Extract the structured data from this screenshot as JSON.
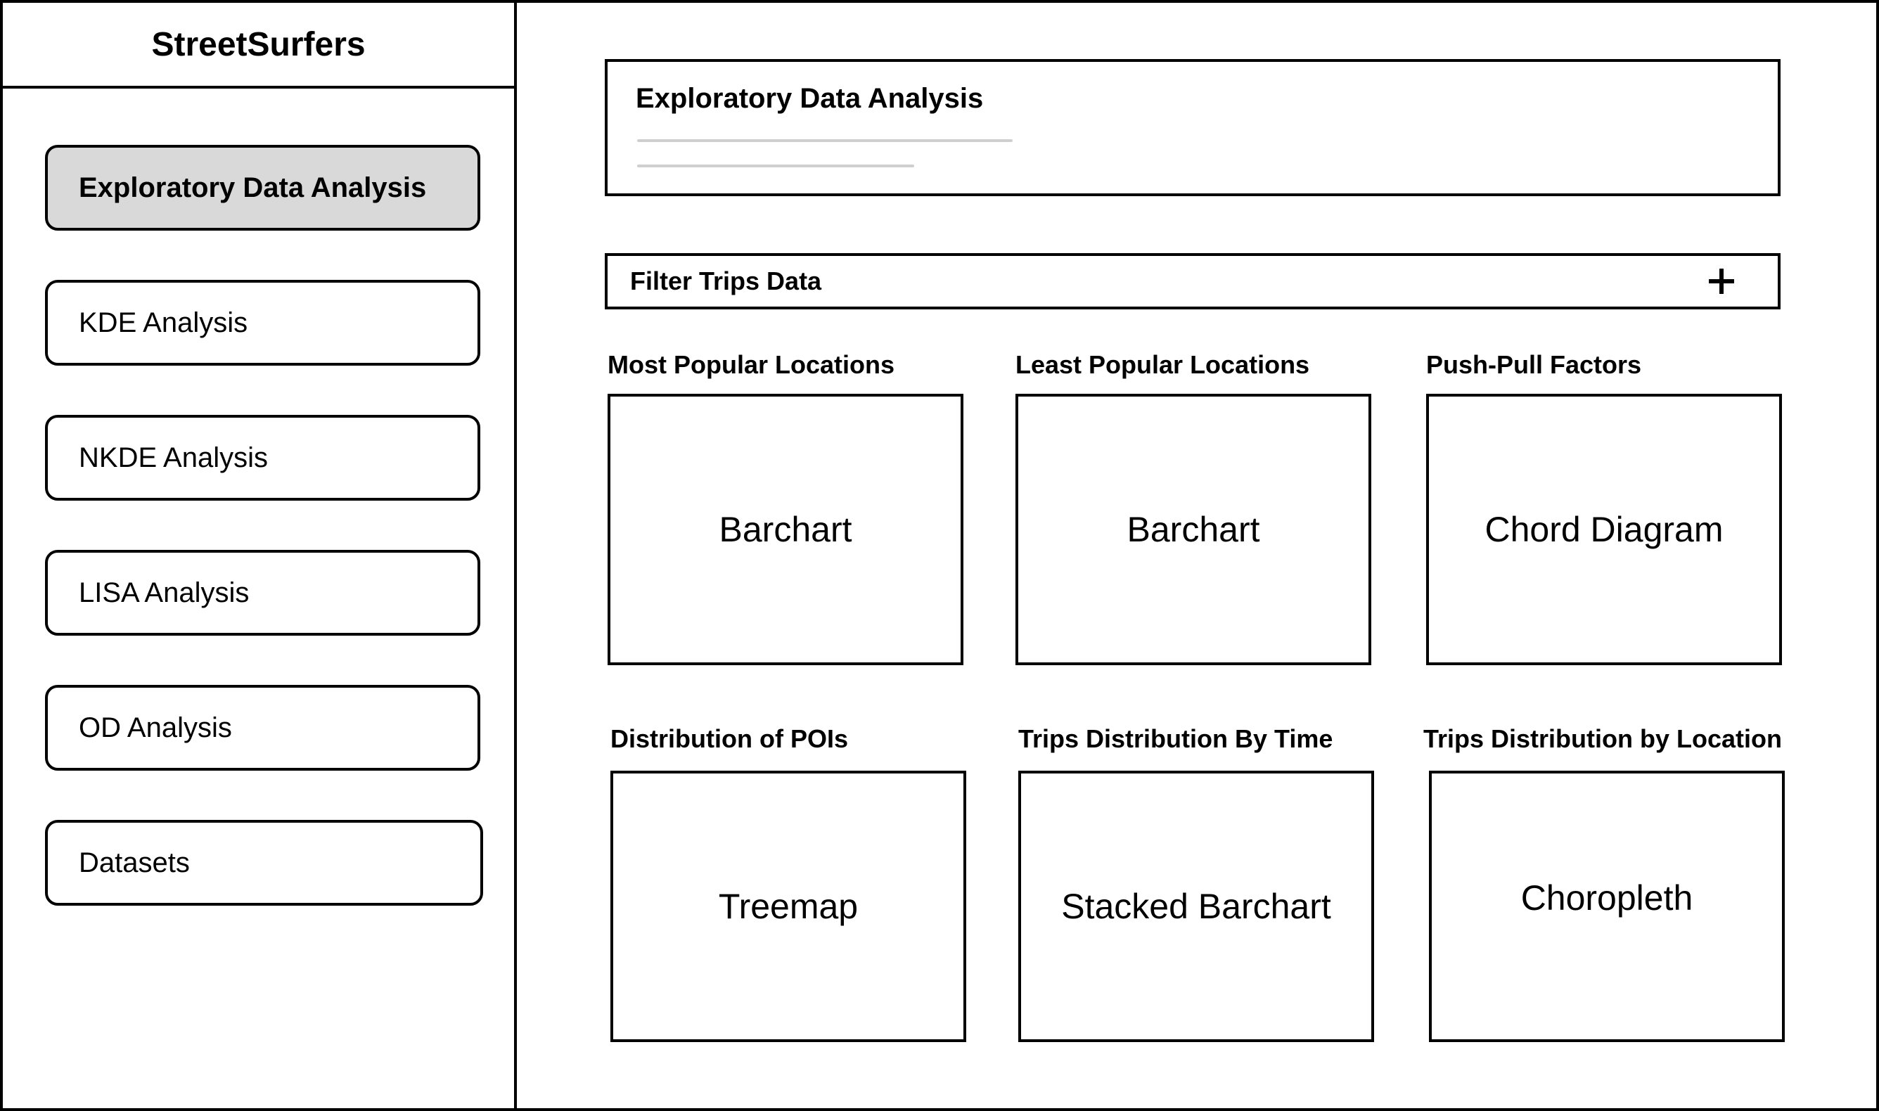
{
  "sidebar": {
    "brand": "StreetSurfers",
    "items": [
      {
        "label": "Exploratory Data Analysis",
        "active": true
      },
      {
        "label": "KDE Analysis"
      },
      {
        "label": "NKDE Analysis"
      },
      {
        "label": "LISA Analysis"
      },
      {
        "label": "OD Analysis"
      },
      {
        "label": "Datasets"
      }
    ]
  },
  "main": {
    "header": {
      "title": "Exploratory Data Analysis"
    },
    "filter": {
      "label": "Filter Trips Data",
      "icon": "plus-icon"
    },
    "cards": [
      {
        "title": "Most Popular Locations",
        "content": "Barchart"
      },
      {
        "title": "Least Popular Locations",
        "content": "Barchart"
      },
      {
        "title": "Push-Pull Factors",
        "content": "Chord Diagram"
      },
      {
        "title": "Distribution of POIs",
        "content": "Treemap"
      },
      {
        "title": "Trips Distribution By Time",
        "content": "Stacked Barchart"
      },
      {
        "title": "Trips Distribution by Location",
        "content": "Choropleth"
      }
    ]
  }
}
